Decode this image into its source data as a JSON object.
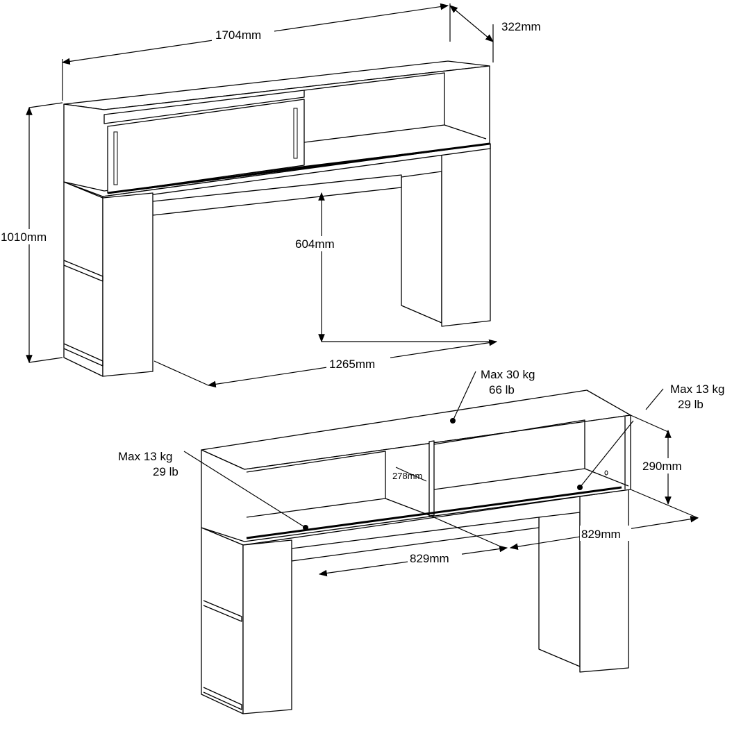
{
  "top_view": {
    "width": "1704mm",
    "depth": "322mm",
    "height": "1010mm",
    "knee_height": "604mm",
    "knee_width": "1265mm"
  },
  "bottom_view": {
    "top_load_kg": "Max 30 kg",
    "top_load_lb": "66 lb",
    "right_shelf_load_kg": "Max 13 kg",
    "right_shelf_load_lb": "29 lb",
    "left_shelf_load_kg": "Max 13 kg",
    "left_shelf_load_lb": "29 lb",
    "shelf_height": "290mm",
    "inner_height": "278mm",
    "compartment_width_left": "829mm",
    "compartment_width_right": "829mm"
  }
}
